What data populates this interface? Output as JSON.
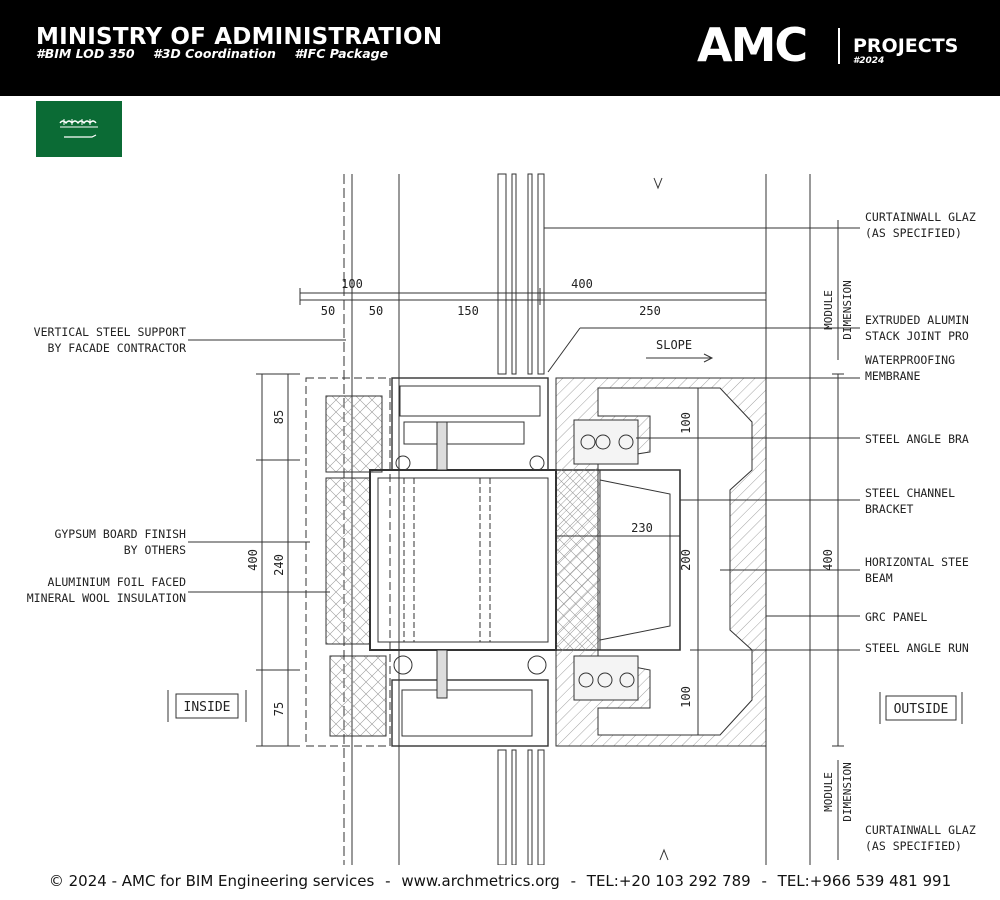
{
  "header": {
    "title": "MINISTRY OF ADMINISTRATION",
    "tags": [
      "#BIM LOD 350",
      "#3D Coordination",
      "#IFC Package"
    ],
    "logo": "AMC",
    "projects_label": "PROJECTS",
    "year": "#2024",
    "background": "#000000"
  },
  "flag": {
    "color": "#0b6b35"
  },
  "drawing": {
    "labels_left": [
      "VERTICAL STEEL SUPPORT",
      "BY FACADE CONTRACTOR",
      "GYPSUM BOARD FINISH",
      "BY OTHERS",
      "ALUMINIUM FOIL FACED",
      "MINERAL WOOL INSULATION"
    ],
    "labels_right": [
      "CURTAINWALL GLAZ",
      "(AS SPECIFIED)",
      "EXTRUDED ALUMIN",
      "STACK JOINT PRO",
      "WATERPROOFING",
      "MEMBRANE",
      "STEEL ANGLE BRA",
      "STEEL CHANNEL",
      "BRACKET",
      "HORIZONTAL STEE",
      "BEAM",
      "GRC PANEL",
      "STEEL ANGLE RUN",
      "CURTAINWALL GLAZ",
      "(AS SPECIFIED)"
    ],
    "dimensions_top": [
      "100",
      "400",
      "50",
      "50",
      "150",
      "250"
    ],
    "dimensions_left": [
      "85",
      "400",
      "240",
      "75"
    ],
    "dimensions_inner": [
      "100",
      "230",
      "200",
      "100"
    ],
    "dimension_right": "400",
    "module_label": "MODULE",
    "dimension_label": "DIMENSION",
    "slope": "SLOPE",
    "inside": "INSIDE",
    "outside": "OUTSIDE"
  },
  "footer": {
    "copyright": "© 2024 - AMC for BIM Engineering services",
    "website": "www.archmetrics.org",
    "tel1": "TEL:+20 103 292 789",
    "tel2": "TEL:+966 539 481 991"
  }
}
